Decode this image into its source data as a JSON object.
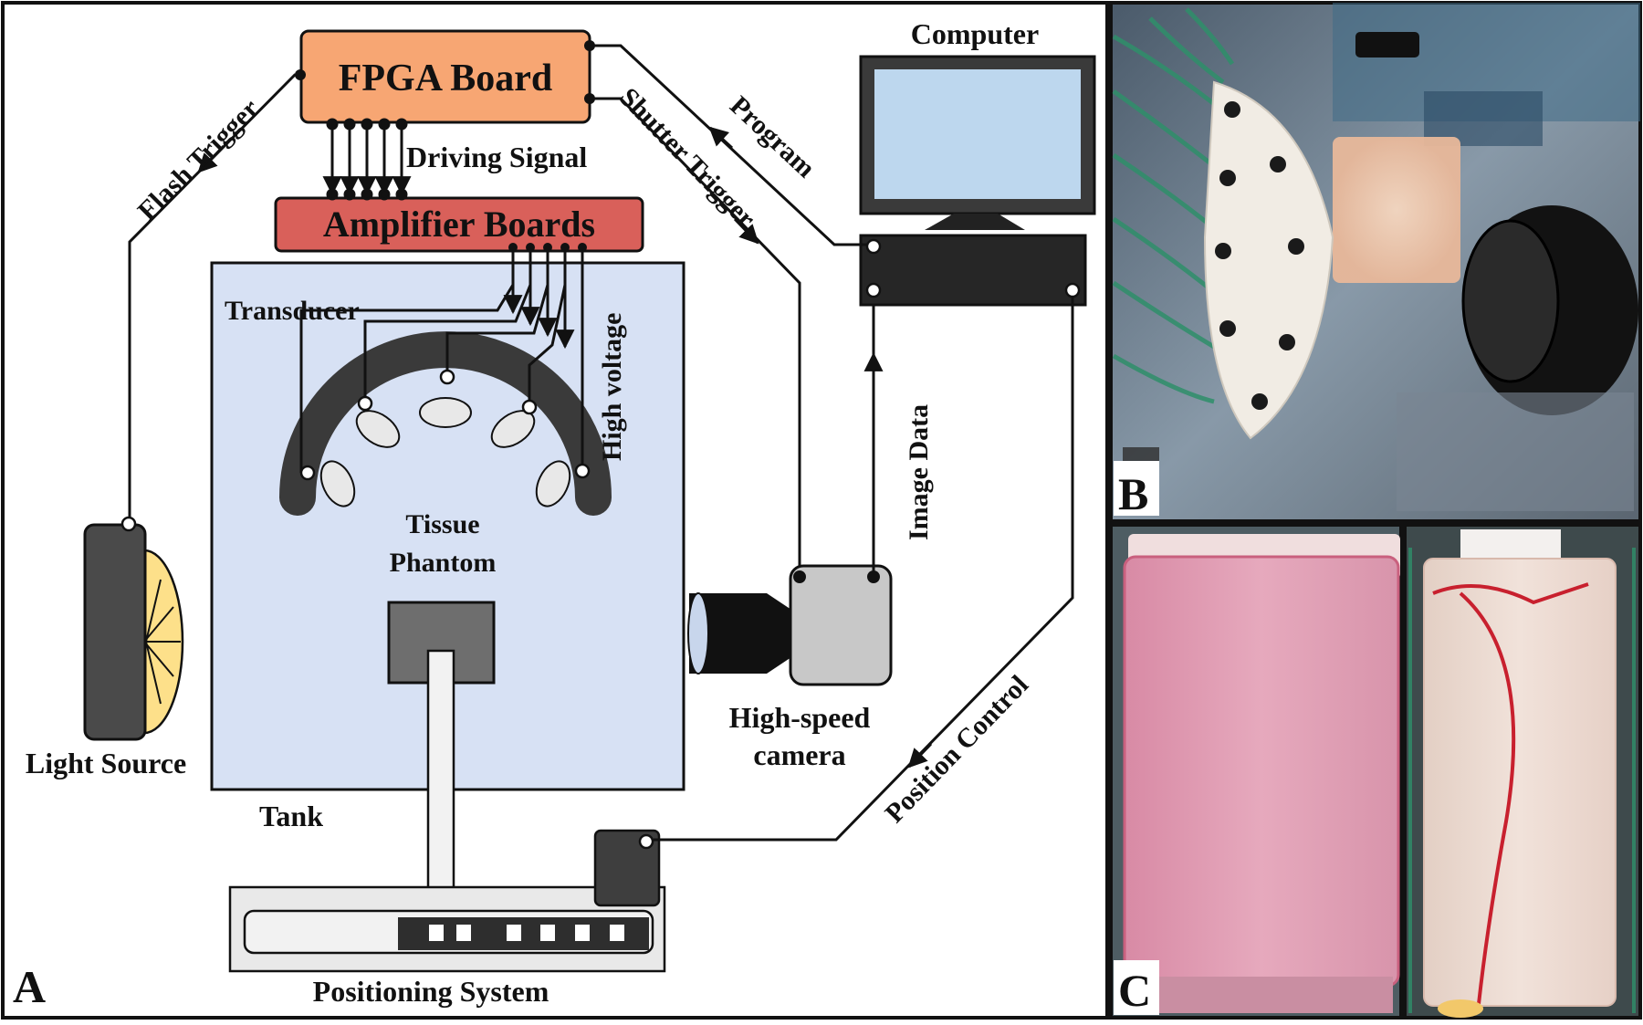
{
  "panels": {
    "a": "A",
    "b": "B",
    "c": "C"
  },
  "labels": {
    "fpga_board": "FPGA Board",
    "amplifier_boards": "Amplifier Boards",
    "driving_signal": "Driving Signal",
    "flash_trigger": "Flash Trigger",
    "shutter_trigger": "Shutter Trigger",
    "program": "Program",
    "computer": "Computer",
    "transducer": "Transducer",
    "high_voltage": "High voltage",
    "tissue_phantom_line1": "Tissue",
    "tissue_phantom_line2": "Phantom",
    "image_data": "Image Data",
    "light_source": "Light Source",
    "high_speed_camera_line1": "High-speed",
    "high_speed_camera_line2": "camera",
    "tank": "Tank",
    "position_control": "Position Control",
    "positioning_system": "Positioning System"
  },
  "colors": {
    "fpga": "#f7a673",
    "amplifier": "#d9605a",
    "tank": "#d7e1f4",
    "monitor_screen": "#bdd7ee",
    "lamp": "#fde08a",
    "camera_body": "#c8c8c8",
    "phantom_pink": "#e6a9bd",
    "phantom_white": "#eed9d0"
  }
}
